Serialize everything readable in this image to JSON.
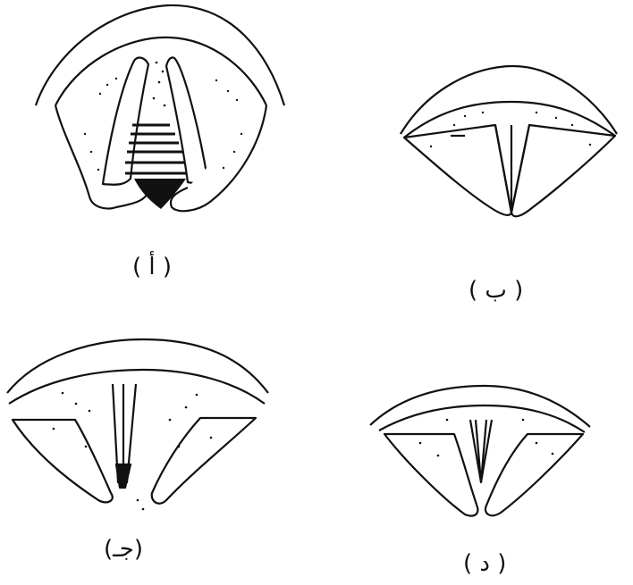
{
  "figure": {
    "ink_color": "#111111",
    "panels": [
      {
        "id": "a",
        "caption": "( أ )",
        "state": "vocal folds abducted (wide open glottis)",
        "glottis_opening": 1.0
      },
      {
        "id": "b",
        "caption": "( ب )",
        "state": "vocal folds adducted (closed glottis)",
        "glottis_opening": 0.0
      },
      {
        "id": "c",
        "caption": "(جـ)",
        "state": "vocal folds approximated with small posterior gap",
        "glottis_opening": 0.25
      },
      {
        "id": "d",
        "caption": "( د )",
        "state": "vocal folds nearly closed",
        "glottis_opening": 0.1
      }
    ]
  }
}
